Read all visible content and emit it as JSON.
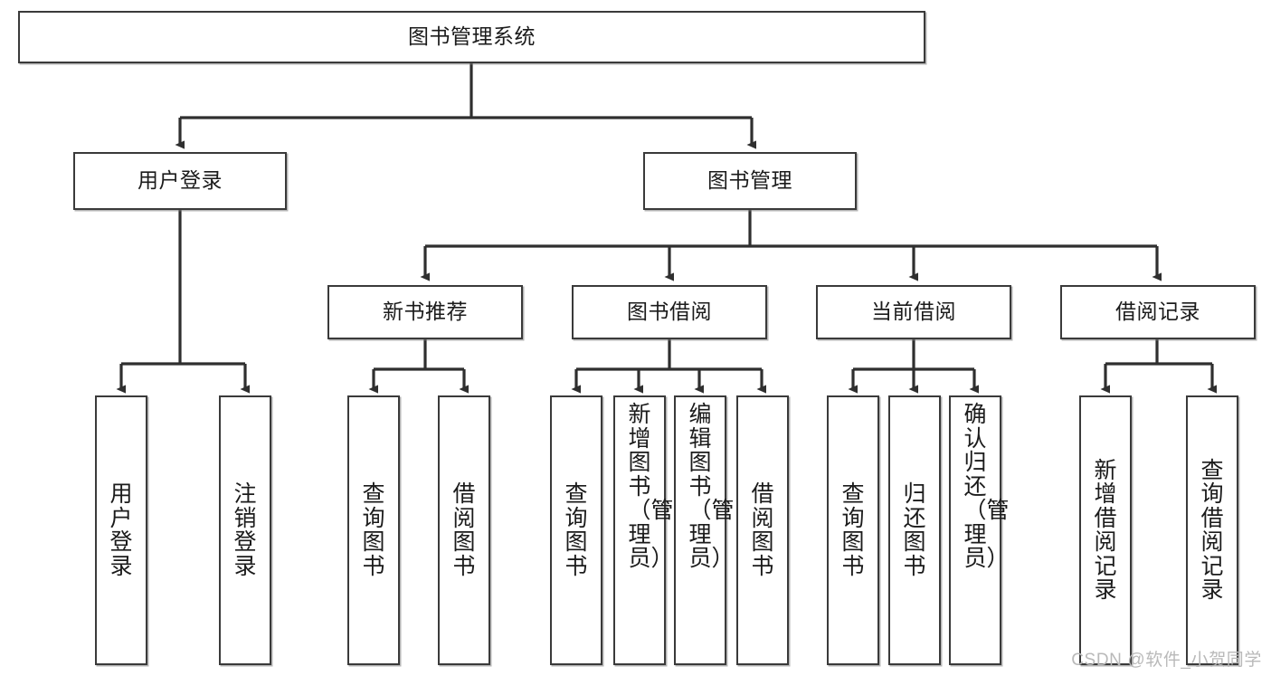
{
  "diagram": {
    "title": "图书管理系统",
    "type": "tree",
    "watermark": "CSDN @软件_小贺同学",
    "colors": {
      "box_border": "#3a3a3a",
      "box_fill": "#ffffff",
      "edge": "#2f2f2f",
      "text": "#1b1b1b",
      "watermark": "#b9b9b9"
    },
    "root": {
      "id": "root",
      "label": "图书管理系统"
    },
    "level1": [
      {
        "id": "user-login",
        "label": "用户登录"
      },
      {
        "id": "book-manage",
        "label": "图书管理"
      }
    ],
    "level2": [
      {
        "id": "new-book-rec",
        "label": "新书推荐",
        "parent": "book-manage"
      },
      {
        "id": "book-borrow",
        "label": "图书借阅",
        "parent": "book-manage"
      },
      {
        "id": "current-borrow",
        "label": "当前借阅",
        "parent": "book-manage"
      },
      {
        "id": "borrow-record",
        "label": "借阅记录",
        "parent": "book-manage"
      }
    ],
    "leaves": [
      {
        "id": "leaf-user-login",
        "label": "用户登录",
        "parent": "user-login"
      },
      {
        "id": "leaf-logout",
        "label": "注销登录",
        "parent": "user-login"
      },
      {
        "id": "leaf-query-book-1",
        "label": "查询图书",
        "parent": "new-book-rec"
      },
      {
        "id": "leaf-borrow-book-1",
        "label": "借阅图书",
        "parent": "new-book-rec"
      },
      {
        "id": "leaf-query-book-2",
        "label": "查询图书",
        "parent": "book-borrow"
      },
      {
        "id": "leaf-add-book",
        "label": "新增图书（管理员）",
        "parent": "book-borrow"
      },
      {
        "id": "leaf-edit-book",
        "label": "编辑图书（管理员）",
        "parent": "book-borrow"
      },
      {
        "id": "leaf-borrow-book-2",
        "label": "借阅图书",
        "parent": "book-borrow"
      },
      {
        "id": "leaf-query-book-3",
        "label": "查询图书",
        "parent": "current-borrow"
      },
      {
        "id": "leaf-return-book",
        "label": "归还图书",
        "parent": "current-borrow"
      },
      {
        "id": "leaf-confirm-return",
        "label": "确认归还（管理员）",
        "parent": "current-borrow"
      },
      {
        "id": "leaf-add-record",
        "label": "新增借阅记录",
        "parent": "borrow-record"
      },
      {
        "id": "leaf-query-record",
        "label": "查询借阅记录",
        "parent": "borrow-record"
      }
    ]
  }
}
